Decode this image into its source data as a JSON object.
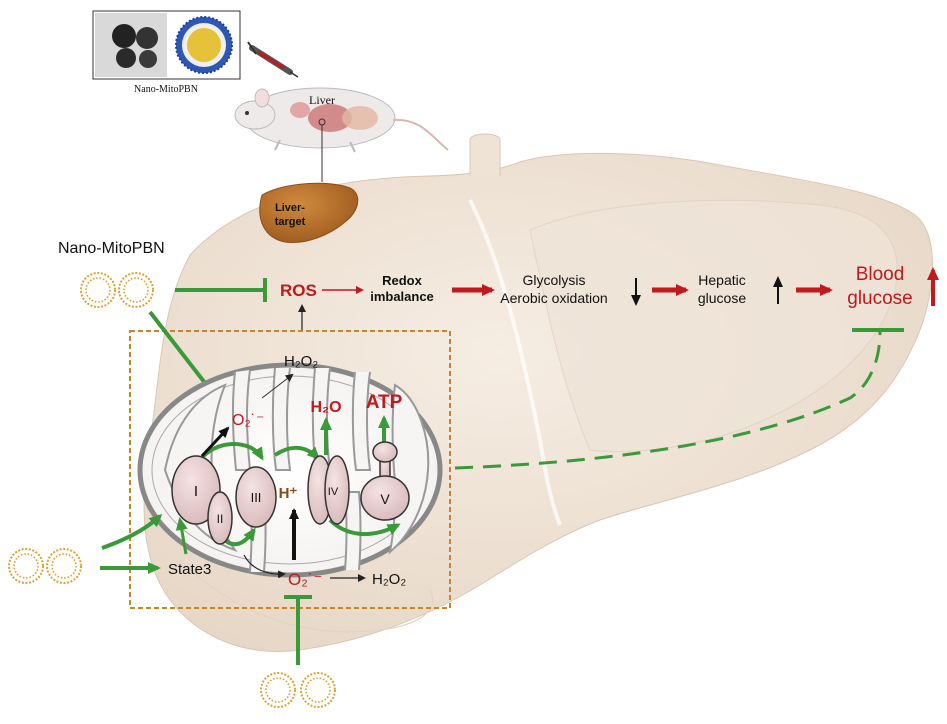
{
  "inset": {
    "caption": "Nano-MitoPBN"
  },
  "mouse": {
    "organ_label": "Liver"
  },
  "liver_icon": {
    "line1": "Liver-",
    "line2": "target"
  },
  "nanoparticle": {
    "label": "Nano-MitoPBN"
  },
  "pathway": {
    "ros": "ROS",
    "redox_line1": "Redox",
    "redox_line2": "imbalance",
    "glyco_line1": "Glycolysis",
    "glyco_line2": "Aerobic oxidation",
    "hepatic_line1": "Hepatic",
    "hepatic_line2": "glucose",
    "blood_line1": "Blood",
    "blood_line2": "glucose"
  },
  "mito": {
    "h2o2_top": "H₂O₂",
    "superoxide_top": "O₂˙⁻",
    "h2o": "H₂O",
    "atp": "ATP",
    "complex_1": "I",
    "complex_2": "II",
    "complex_3": "III",
    "complex_4": "IV",
    "complex_5": "V",
    "proton": "H⁺",
    "superoxide_bottom": "O₂˙⁻",
    "h2o2_bottom": "H₂O₂",
    "state3": "State3"
  },
  "colors": {
    "inhibit_green": "#3a9a3a",
    "red_arrow": "#c0191e",
    "liver_fill": "#efe3d6",
    "liver_brown": "#b8732d",
    "nano_orange": "#e0a030",
    "box_orange": "#c8862a",
    "complex_pink": "#ead2d3"
  }
}
